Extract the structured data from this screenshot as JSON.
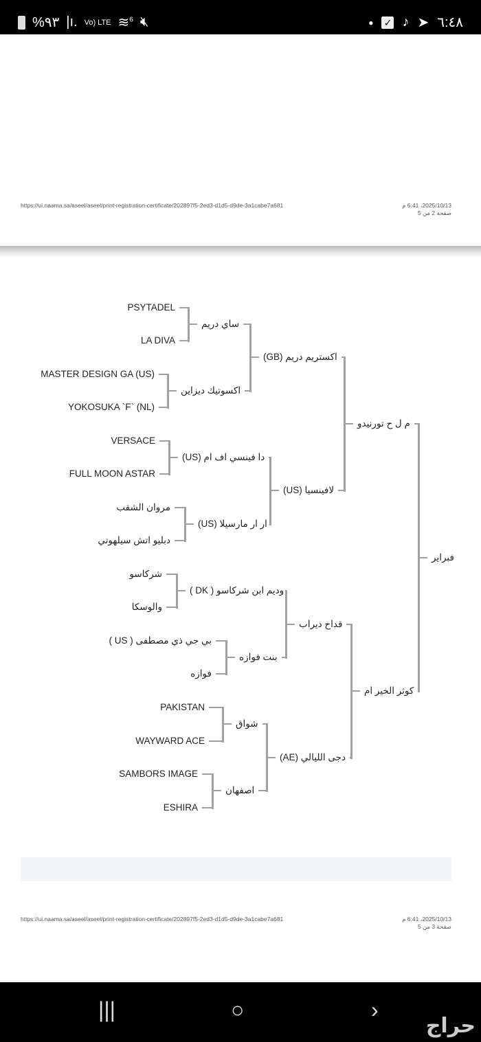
{
  "status_bar": {
    "battery": "%٩٣",
    "network": "Vo) LTE",
    "wifi": "6",
    "time": "٦:٤٨"
  },
  "pages": [
    {
      "footer_url": "https://ui.naama.sa/aseel/aseel/print-registration-certificate/202897f5-2ed3-d1d5-d9de-3a1cabe7a681",
      "footer_date": "2025/10/13، 6:41 م",
      "footer_page": "صفحة 2 من 5"
    },
    {
      "footer_url": "https://ui.naama.sa/aseel/aseel/print-registration-certificate/202897f5-2ed3-d1d5-d9de-3a1cabe7a681",
      "footer_date": "2025/10/13، 6:41 م",
      "footer_page": "صفحة 3 من 5"
    }
  ],
  "pedigree": [
    "فبراير",
    "م ل ح تورنيدو",
    "اكستريم دريم (GB)",
    "ساي دريم",
    "PSYTADEL",
    "LA DIVA",
    "اكسوتيك ديزاين",
    "MASTER DESIGN GA (US)",
    "YOKOSUKA `F` (NL)",
    "لافينسيا (US)",
    "دا فينسي اف ام (US)",
    "VERSACE",
    "FULL MOON ASTAR",
    "ار ار مارسيلا (US)",
    "مروان الشقب",
    "دبليو اتش سيلهوتي",
    "كوثر الخير ام",
    "قداح ديراب",
    "وديم ابن شركاسو ( DK )",
    "شركاسو",
    "والوسكا",
    "بنت فوازه",
    "بي جي ذي مصطفى ( US )",
    "فوازه",
    "دجى الليالي (AE)",
    "شواق",
    "PAKISTAN",
    "WAYWARD ACE",
    "اصفهان",
    "SAMBORS IMAGE",
    "ESHIRA"
  ],
  "nav": {
    "recent": "|||",
    "home": "○",
    "back": "›",
    "watermark": "حراج"
  }
}
